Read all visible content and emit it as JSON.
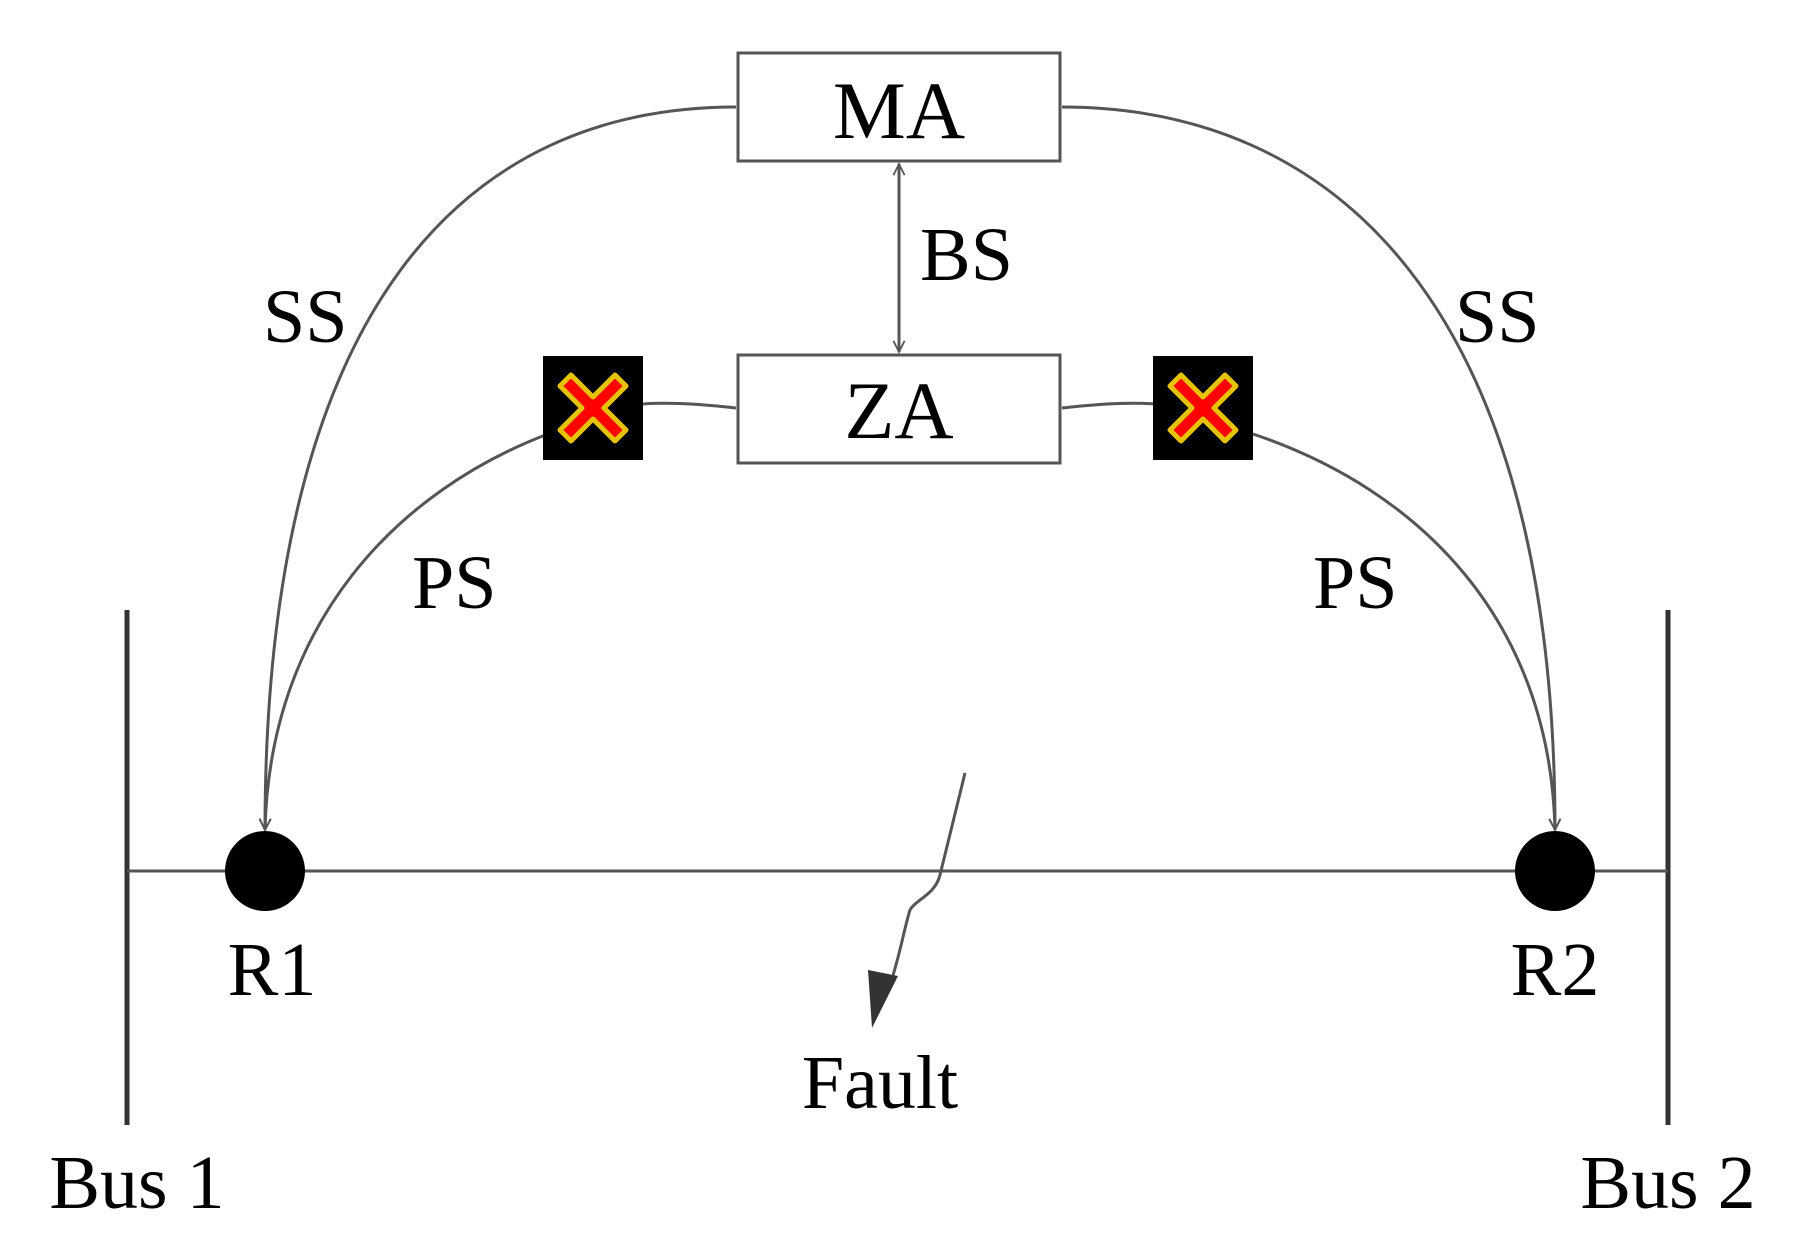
{
  "nodes": {
    "ma": "MA",
    "za": "ZA",
    "r1": "R1",
    "r2": "R2"
  },
  "buses": {
    "bus1": "Bus 1",
    "bus2": "Bus 2"
  },
  "links": {
    "bs": "BS",
    "ss_left": "SS",
    "ss_right": "SS",
    "ps_left": "PS",
    "ps_right": "PS"
  },
  "fault_label": "Fault",
  "colors": {
    "line": "#555555",
    "relay": "#000000",
    "failure_fill": "#ff0000",
    "failure_outline": "#e6c200",
    "failure_bg": "#000000"
  },
  "icons": {
    "link_failure": "x-mark-icon",
    "relay": "filled-circle-icon"
  }
}
